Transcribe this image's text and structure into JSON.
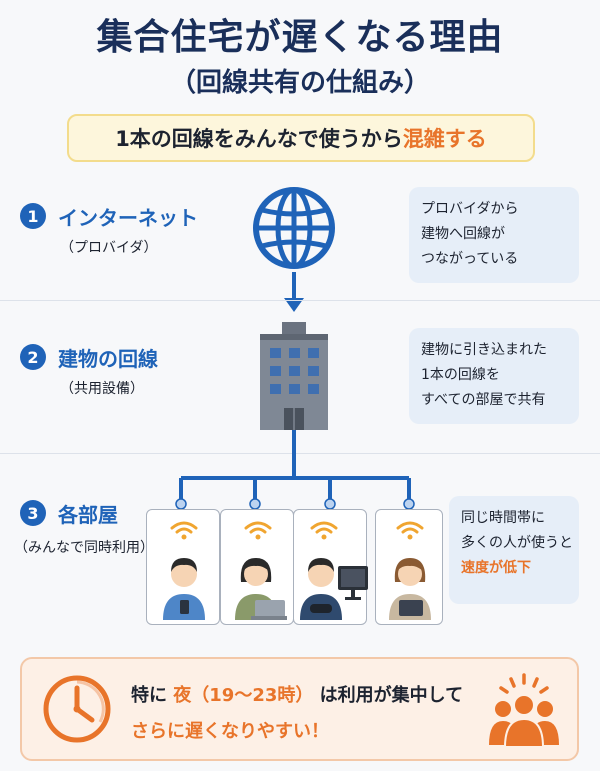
{
  "header": {
    "title": "集合住宅が遅くなる理由",
    "subtitle": "（回線共有の仕組み）"
  },
  "banner": {
    "text_before": "1本の回線をみんなで使うから",
    "text_highlight": "混雑する"
  },
  "steps": [
    {
      "number": "1",
      "title": "インターネット",
      "sub": "（プロバイダ）",
      "icon": "globe-icon",
      "note": [
        "プロバイダから",
        "建物へ回線が",
        "つながっている"
      ]
    },
    {
      "number": "2",
      "title": "建物の回線",
      "sub": "（共用設備）",
      "icon": "building-icon",
      "note": [
        "建物に引き込まれた",
        "1本の回線を",
        "すべての部屋で共有"
      ]
    },
    {
      "number": "3",
      "title": "各部屋",
      "sub": "（みんなで同時利用）",
      "icon": "room-icon",
      "note": [
        "同じ時間帯に",
        "多くの人が使うと"
      ],
      "note_highlight": "速度が低下"
    }
  ],
  "rooms": [
    {
      "icon": "person-smartphone-icon"
    },
    {
      "icon": "person-laptop-icon"
    },
    {
      "icon": "person-gaming-icon"
    },
    {
      "icon": "person-tablet-icon"
    }
  ],
  "bottom": {
    "line1_prefix": "特に",
    "line1_highlight": "夜（19〜23時）",
    "line1_suffix": "は利用が集中して",
    "line2": "さらに遅くなりやすい！",
    "left_icon": "clock-icon",
    "right_icon": "crowd-icon"
  },
  "colors": {
    "primary": "#1f63b8",
    "accent": "#e8742a",
    "title": "#1a2f5a",
    "wifi": "#f0a530"
  }
}
